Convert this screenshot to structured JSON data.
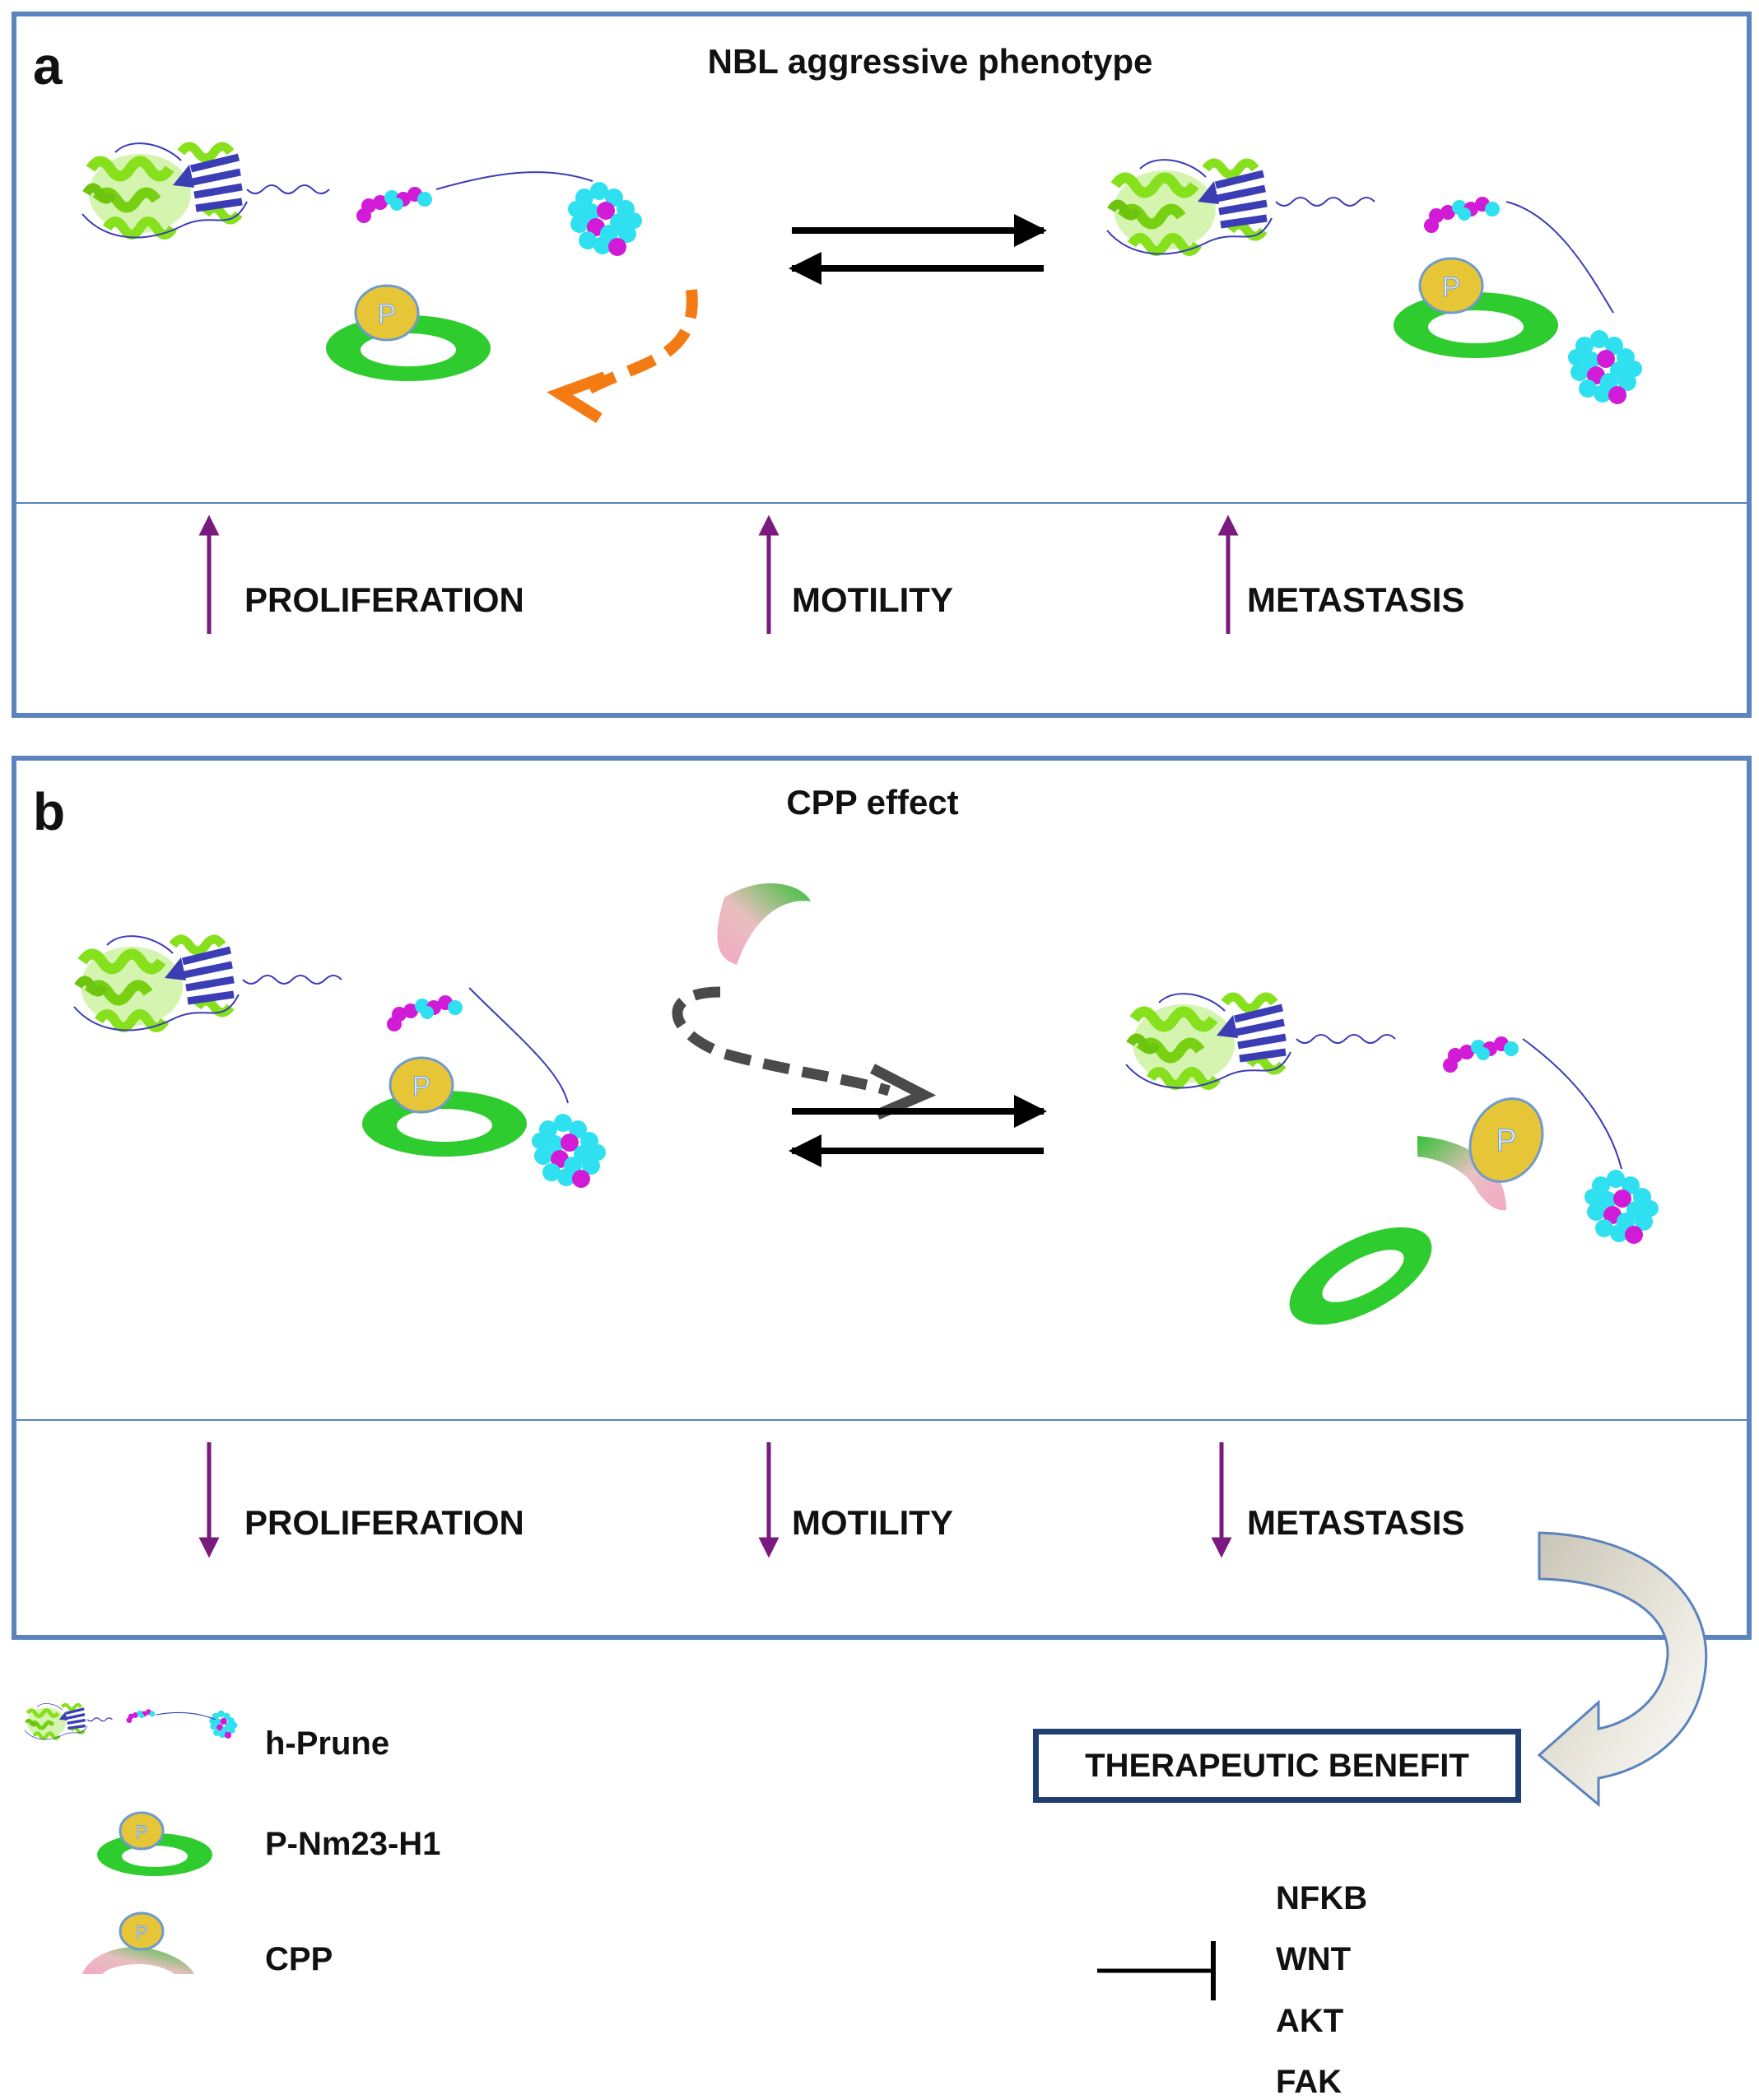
{
  "panel_a": {
    "letter": "a",
    "title": "NBL aggressive phenotype",
    "effects": [
      {
        "direction": "up",
        "label": "PROLIFERATION"
      },
      {
        "direction": "up",
        "label": "MOTILITY"
      },
      {
        "direction": "up",
        "label": "METASTASIS"
      }
    ]
  },
  "panel_b": {
    "letter": "b",
    "title": "CPP effect",
    "effects": [
      {
        "direction": "down",
        "label": "PROLIFERATION"
      },
      {
        "direction": "down",
        "label": "MOTILITY"
      },
      {
        "direction": "down",
        "label": "METASTASIS"
      }
    ]
  },
  "legend": [
    {
      "icon": "h-prune-protein-icon",
      "label": "h-Prune"
    },
    {
      "icon": "p-nm23-h1-icon",
      "label": "P-Nm23-H1"
    },
    {
      "icon": "cpp-peptide-icon",
      "label": "CPP"
    }
  ],
  "therapeutic_benefit": "THERAPEUTIC BENEFIT",
  "inhibited_pathways": [
    "NFKB",
    "WNT",
    "AKT",
    "FAK"
  ],
  "colors": {
    "panel_border": "#5b83bd",
    "effect_arrow": "#7a1a7e",
    "helix_green": "#86e01c",
    "sheet_blue": "#3b3db5",
    "sphere_cyan": "#2fe0f0",
    "sphere_magenta": "#d21bd6",
    "ring_green": "#2ecc2e",
    "phospho_yellow": "#e6c636",
    "dissociation_arrow": "#f47a14",
    "cpp_arrow": "#4a4a4a",
    "benefit_box": "#1f3f70"
  }
}
